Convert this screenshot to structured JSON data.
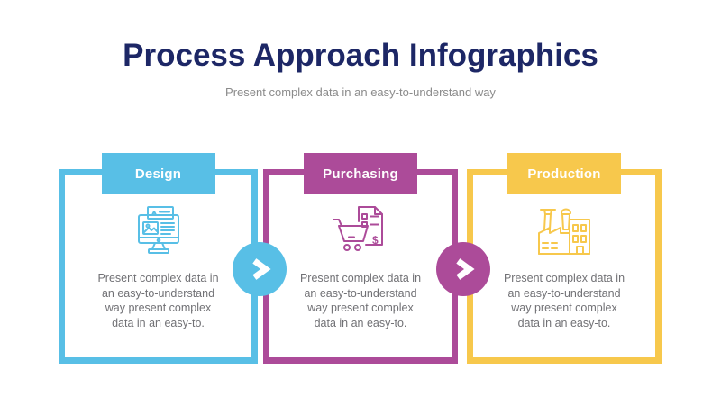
{
  "page": {
    "title": "Process Approach Infographics",
    "subtitle": "Present complex data in an easy-to-understand way"
  },
  "colors": {
    "title_text": "#1d2766",
    "subtitle_text": "#8b8b8b",
    "body_text": "#717175",
    "tab_text": "#ffffff",
    "blue": "#58bfe6",
    "magenta": "#ac4b99",
    "yellow": "#f7c84c",
    "background": "#ffffff"
  },
  "steps": [
    {
      "label": "Design",
      "accent": "#58bfe6",
      "icon": "design-monitor-icon",
      "body_lines": [
        "Present complex data in",
        "an easy-to-understand",
        "way present complex",
        "data in an easy-to."
      ]
    },
    {
      "label": "Purchasing",
      "accent": "#ac4b99",
      "icon": "purchase-cart-invoice-icon",
      "body_lines": [
        "Present complex data in",
        "an easy-to-understand",
        "way present complex",
        "data in an easy-to."
      ]
    },
    {
      "label": "Production",
      "accent": "#f7c84c",
      "icon": "factory-icon",
      "body_lines": [
        "Present complex data in",
        "an easy-to-understand",
        "way present complex",
        "data in an easy-to."
      ]
    }
  ],
  "connectors": [
    {
      "icon": "chevron-right-icon",
      "color": "#58bfe6"
    },
    {
      "icon": "chevron-right-icon",
      "color": "#ac4b99"
    }
  ]
}
